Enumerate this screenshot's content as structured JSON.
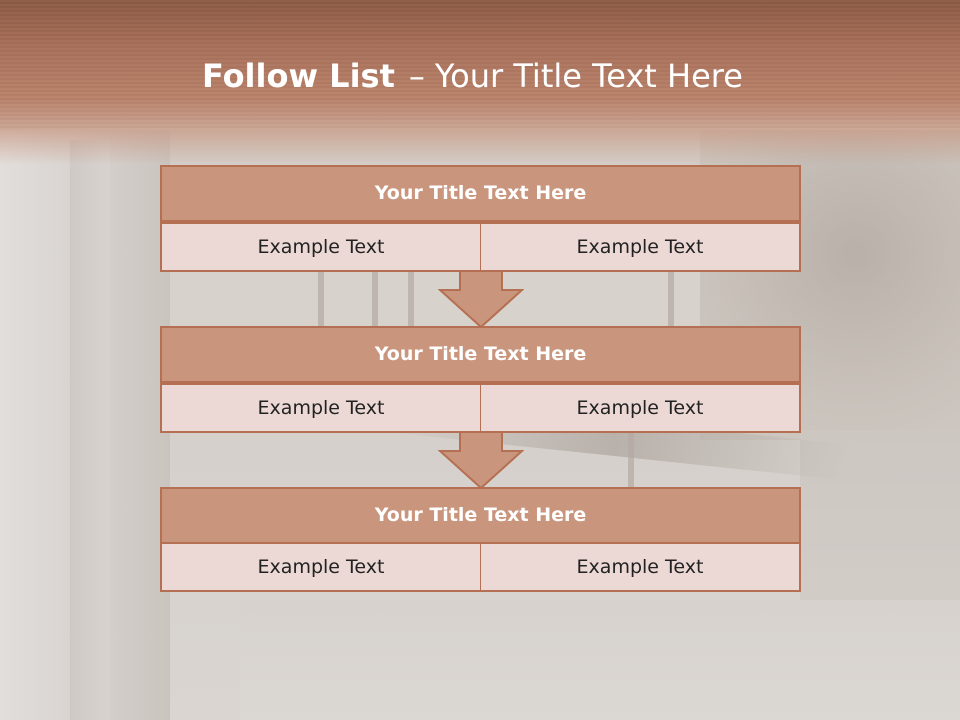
{
  "slide": {
    "title_bold": "Follow List",
    "title_separator": "–",
    "title_rest": "Your Title Text Here"
  },
  "stages": [
    {
      "title": "Your Title Text Here",
      "left": "Example Text",
      "right": "Example Text"
    },
    {
      "title": "Your Title Text Here",
      "left": "Example Text",
      "right": "Example Text"
    },
    {
      "title": "Your Title Text Here",
      "left": "Example Text",
      "right": "Example Text"
    }
  ],
  "colors": {
    "header": "#a8705a",
    "box_header": "#c9957d",
    "box_cell": "#ecd9d5",
    "border": "#b56f52"
  }
}
